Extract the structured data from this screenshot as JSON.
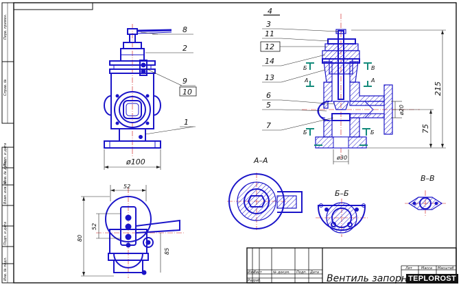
{
  "drawing": {
    "section_labels": {
      "aa": "А–А",
      "bb": "Б–Б",
      "vv": "В–В"
    },
    "cut_marks": {
      "b": "Б",
      "v": "В",
      "a": "А"
    },
    "front_view": {
      "dims": {
        "flange_diameter": "ø100"
      },
      "callouts": [
        "8",
        "2",
        "9",
        "10",
        "1"
      ]
    },
    "section_view": {
      "callouts": [
        "4",
        "3",
        "11",
        "12",
        "14",
        "13",
        "6",
        "5",
        "7"
      ],
      "dims": {
        "height_total": "215",
        "height_axis": "75",
        "bore_diameter": "ø30",
        "outlet_diameter": "ø20"
      }
    },
    "top_view": {
      "dims": {
        "width": "52",
        "height": "80",
        "inner": "52",
        "offset": "85"
      }
    }
  },
  "stamp": {
    "title": "Вентиль запорный",
    "headers": [
      "Лит",
      "Масса",
      "Масштаб"
    ],
    "col_labels": [
      "Изм",
      "Лист",
      "№ докум.",
      "Подп.",
      "Дата"
    ],
    "row_label": "Разраб."
  },
  "side_strip": [
    "Перв. примен.",
    "Справ. №",
    "Подп. и дата",
    "Инв. № дубл.",
    "Взам. инв. №",
    "Подп. и дата",
    "Инв. № подл."
  ],
  "watermark": "TEPLOROST",
  "colors": {
    "ink": "#111111",
    "part": "#1a14c8",
    "axis": "#cc1010",
    "cut": "#128a7a"
  }
}
